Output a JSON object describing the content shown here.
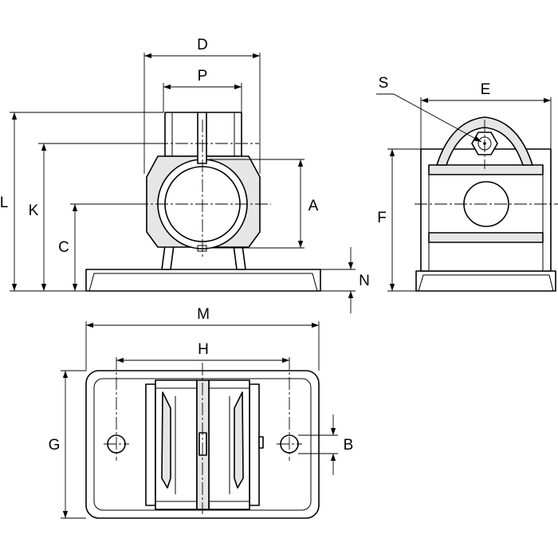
{
  "labels": {
    "D": "D",
    "P": "P",
    "L": "L",
    "K": "K",
    "C": "C",
    "A": "A",
    "N": "N",
    "S": "S",
    "E": "E",
    "F": "F",
    "M": "M",
    "H": "H",
    "G": "G",
    "B": "B"
  }
}
